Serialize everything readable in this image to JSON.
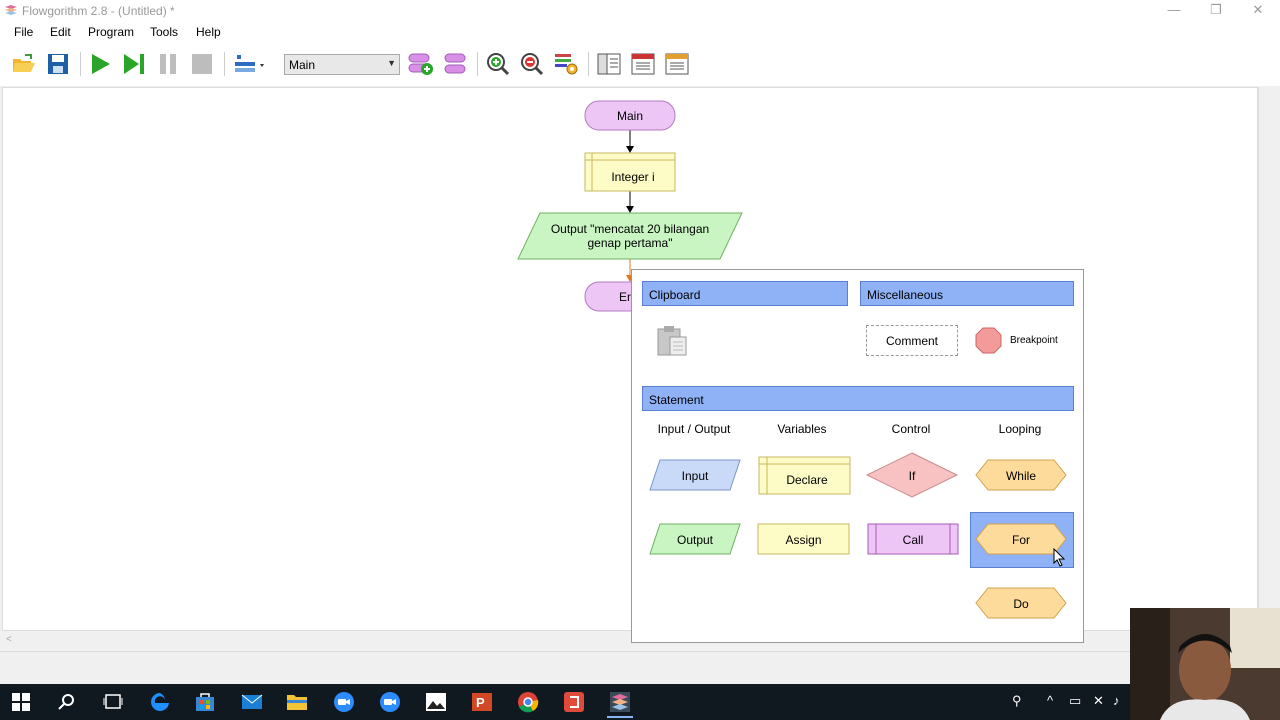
{
  "window": {
    "title": "Flowgorithm 2.8 - (Untitled) *",
    "minimize": "—",
    "restore": "❐",
    "close": "✕"
  },
  "menu": [
    "File",
    "Edit",
    "Program",
    "Tools",
    "Help"
  ],
  "toolbar": {
    "function_select": "Main",
    "icons": [
      "open-folder-icon",
      "save-icon",
      "run-icon",
      "step-icon",
      "pause-icon",
      "stop-icon",
      "layout-icon",
      "add-function-icon",
      "remove-function-icon",
      "zoom-in-icon",
      "zoom-out-icon",
      "settings-icon",
      "panel-left-icon",
      "panel-console-icon",
      "panel-variables-icon"
    ]
  },
  "flowchart": {
    "start": "Main",
    "declare": "Integer i",
    "output": "Output \"mencatat 20 bilangan genap pertama\"",
    "end": "End",
    "end_visible": "En"
  },
  "popup": {
    "clipboard_header": "Clipboard",
    "misc_header": "Miscellaneous",
    "comment": "Comment",
    "breakpoint": "Breakpoint",
    "statement_header": "Statement",
    "categories": {
      "io": "Input / Output",
      "variables": "Variables",
      "control": "Control",
      "looping": "Looping"
    },
    "shapes": {
      "input": "Input",
      "output": "Output",
      "declare": "Declare",
      "assign": "Assign",
      "if": "If",
      "call": "Call",
      "while": "While",
      "for": "For",
      "do": "Do"
    },
    "selected": "For"
  },
  "colors": {
    "terminal": "#eec6f5",
    "declare": "#fdfbc6",
    "output": "#c9f5c2",
    "input": "#c9d9f8",
    "if": "#f8c2c2",
    "call": "#eec6f5",
    "loop": "#fddb9a",
    "header": "#8fb1f5",
    "breakpoint": "#f39b9b"
  }
}
